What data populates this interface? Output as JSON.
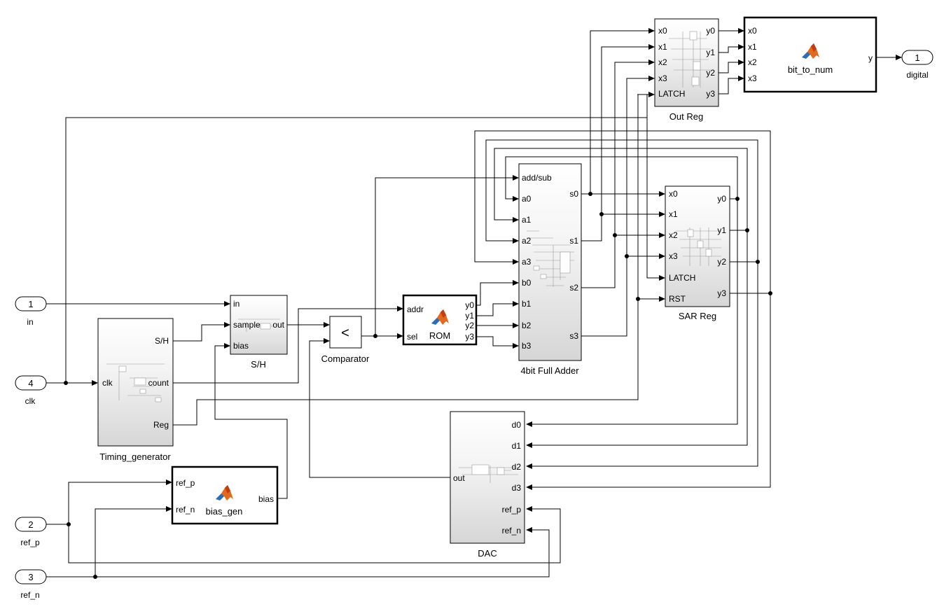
{
  "ports": {
    "in": {
      "num": "1",
      "label": "in"
    },
    "clk": {
      "num": "4",
      "label": "clk"
    },
    "ref_p": {
      "num": "2",
      "label": "ref_p"
    },
    "ref_n": {
      "num": "3",
      "label": "ref_n"
    },
    "digital": {
      "num": "1",
      "label": "digital"
    }
  },
  "blocks": {
    "timing": {
      "title": "Timing_generator",
      "ports": {
        "sh": "S/H",
        "clk": "clk",
        "count": "count",
        "reg": "Reg"
      }
    },
    "sh": {
      "title": "S/H",
      "ports": {
        "in": "in",
        "sample": "sample",
        "out": "out",
        "bias": "bias"
      }
    },
    "comparator": {
      "title": "Comparator",
      "symbol": "<"
    },
    "rom": {
      "title": "ROM",
      "ports": {
        "addr": "addr",
        "sel": "sel",
        "y0": "y0",
        "y1": "y1",
        "y2": "y2",
        "y3": "y3"
      }
    },
    "adder": {
      "title": "4bit Full Adder",
      "ports": {
        "addsub": "add/sub",
        "a0": "a0",
        "a1": "a1",
        "a2": "a2",
        "a3": "a3",
        "b0": "b0",
        "b1": "b1",
        "b2": "b2",
        "b3": "b3",
        "s0": "s0",
        "s1": "s1",
        "s2": "s2",
        "s3": "s3"
      }
    },
    "sarreg": {
      "title": "SAR Reg",
      "ports": {
        "x0": "x0",
        "x1": "x1",
        "x2": "x2",
        "x3": "x3",
        "latch": "LATCH",
        "rst": "RST",
        "y0": "y0",
        "y1": "y1",
        "y2": "y2",
        "y3": "y3"
      }
    },
    "outreg": {
      "title": "Out Reg",
      "ports": {
        "x0": "x0",
        "x1": "x1",
        "x2": "x2",
        "x3": "x3",
        "latch": "LATCH",
        "y0": "y0",
        "y1": "y1",
        "y2": "y2",
        "y3": "y3"
      }
    },
    "bittonum": {
      "title": "bit_to_num",
      "ports": {
        "x0": "x0",
        "x1": "x1",
        "x2": "x2",
        "x3": "x3",
        "y": "y"
      }
    },
    "biasgen": {
      "title": "bias_gen",
      "ports": {
        "refp": "ref_p",
        "refn": "ref_n",
        "bias": "bias"
      }
    },
    "dac": {
      "title": "DAC",
      "ports": {
        "out": "out",
        "d0": "d0",
        "d1": "d1",
        "d2": "d2",
        "d3": "d3",
        "refp": "ref_p",
        "refn": "ref_n"
      }
    }
  },
  "colors": {
    "block_fill_top": "#ffffff",
    "block_fill_bottom": "#dcdcdc",
    "wire": "#000000",
    "matlab_orange": "#e16a1f",
    "matlab_blue": "#2a6ebb"
  }
}
